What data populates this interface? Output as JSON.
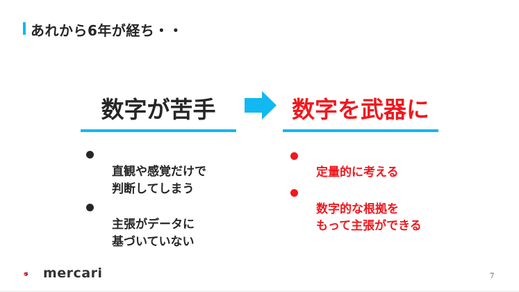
{
  "slide": {
    "title": "あれから6年が経ち・・",
    "accent_color": "#12b8f0",
    "alert_color": "#f0181e",
    "text_color": "#262626",
    "page_number": "7"
  },
  "before": {
    "heading": "数字が苦手",
    "items": [
      {
        "text": "直観や感覚だけで\n判断してしまう"
      },
      {
        "text": "主張がデータに\n基づいていない"
      }
    ]
  },
  "arrow": {
    "icon": "right-arrow-icon"
  },
  "after": {
    "heading": "数字を武器に",
    "items": [
      {
        "text": "定量的に考える"
      },
      {
        "text": "数字的な根拠を\nもって主張ができる"
      }
    ]
  },
  "footer": {
    "logo_text": "mercari",
    "logo_icon": "mercari-box-icon"
  }
}
